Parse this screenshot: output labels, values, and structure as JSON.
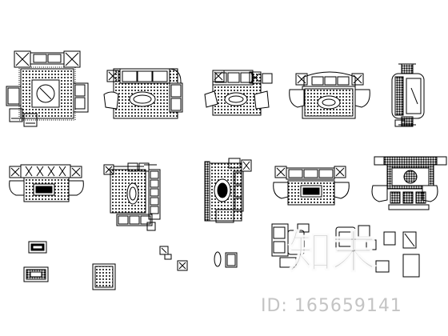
{
  "drawing": {
    "ink": "#000000",
    "background": "#ffffff",
    "groups": [
      {
        "name": "square-rug-sofa-set",
        "row": 1
      },
      {
        "name": "l-shaped-sofa-set",
        "row": 1
      },
      {
        "name": "corner-sofa-set-oval-table",
        "row": 1
      },
      {
        "name": "curved-sofa-set-rug",
        "row": 1
      },
      {
        "name": "vertical-sofa-wall-unit",
        "row": 1
      },
      {
        "name": "tv-wall-sofa-set",
        "row": 2
      },
      {
        "name": "sectional-sofa-oval-table",
        "row": 2
      },
      {
        "name": "curved-sofa-round-table",
        "row": 2
      },
      {
        "name": "sofa-set-rect-table",
        "row": 2
      },
      {
        "name": "carved-chinese-sofa-set",
        "row": 2
      },
      {
        "name": "small-rugs",
        "row": 3
      },
      {
        "name": "loose-chairs-and-table",
        "row": 3
      },
      {
        "name": "dining-sofa-group",
        "row": 3
      }
    ]
  },
  "watermark": {
    "logo_text": "知末",
    "id_text": "ID: 165659141",
    "color": "#c4c4c4"
  }
}
